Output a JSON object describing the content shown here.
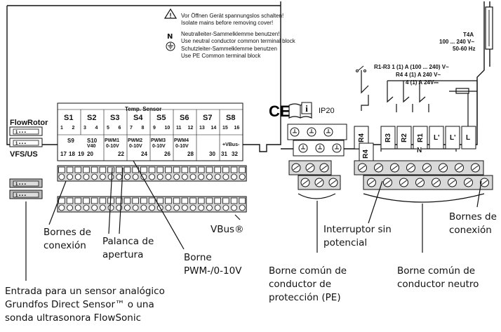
{
  "warnings": {
    "w1_line1": "Vor Öffnen Gerät spannungslos schalten!",
    "w1_line2": "Isolate mains before removing cover!",
    "n_symbol": "N",
    "w2_line1": "Neutralleiter-Sammelklemme benutzen!",
    "w2_line2": "Use neutral conductor common terminal block",
    "w3_line1": "Schutzleiter-Sammelklemme benutzen",
    "w3_line2": "Use PE Common terminal block"
  },
  "fuse": {
    "line1": "T4A",
    "line2": "100 ... 240 V~",
    "line3": "50-60 Hz"
  },
  "ratings": {
    "r1": "R1-R3 1 (1) A (100 ... 240) V~",
    "r2": "R4 4 (1) A 240 V~",
    "r3": "4 (1) A 24V⎓"
  },
  "ce": "CE",
  "ip": "IP20",
  "left": {
    "flowrotor": "FlowRotor",
    "vfs": "VFS/US"
  },
  "header": {
    "temp_sensor": "Temp. Sensor",
    "sensors": [
      "S1",
      "S2",
      "S3",
      "S4",
      "S5",
      "S6",
      "S7",
      "S8"
    ],
    "nums_top": [
      "1",
      "2",
      "3",
      "4",
      "5",
      "6",
      "7",
      "8",
      "9",
      "10",
      "11",
      "12",
      "13",
      "14",
      "15",
      "16"
    ],
    "s9": "S9",
    "s10": "S10",
    "v40": "V40",
    "pwm": [
      "PWM1",
      "PWM2",
      "PWM3",
      "PWM4"
    ],
    "pwm_range": "0-10V",
    "vbus_top": "+VBus-",
    "nums_bottom": [
      "17",
      "18",
      "19",
      "20",
      "22",
      "24",
      "26",
      "28",
      "30",
      "31",
      "32"
    ]
  },
  "relays": {
    "labels": [
      "R4",
      "R3",
      "R2",
      "R1",
      "L'",
      "L'",
      "L"
    ],
    "r4_lower": "R4",
    "n": "N"
  },
  "callouts": {
    "bornes_conexion_left": "Bornes de\nconexión",
    "palanca": "Palanca de\napertura",
    "borne_pwm": "Borne\nPWM-/0-10V",
    "vbus": "VBus®",
    "interruptor": "Interruptor sin\npotencial",
    "bornes_conexion_right": "Bornes de\nconexión",
    "pe": "Borne común de\nconductor de\nprotección (PE)",
    "neutro": "Borne común de\nconductor neutro",
    "entrada": "Entrada para un sensor analógico\nGrundfos Direct Sensor™ o una\nsonda ultrasonora FlowSonic"
  }
}
